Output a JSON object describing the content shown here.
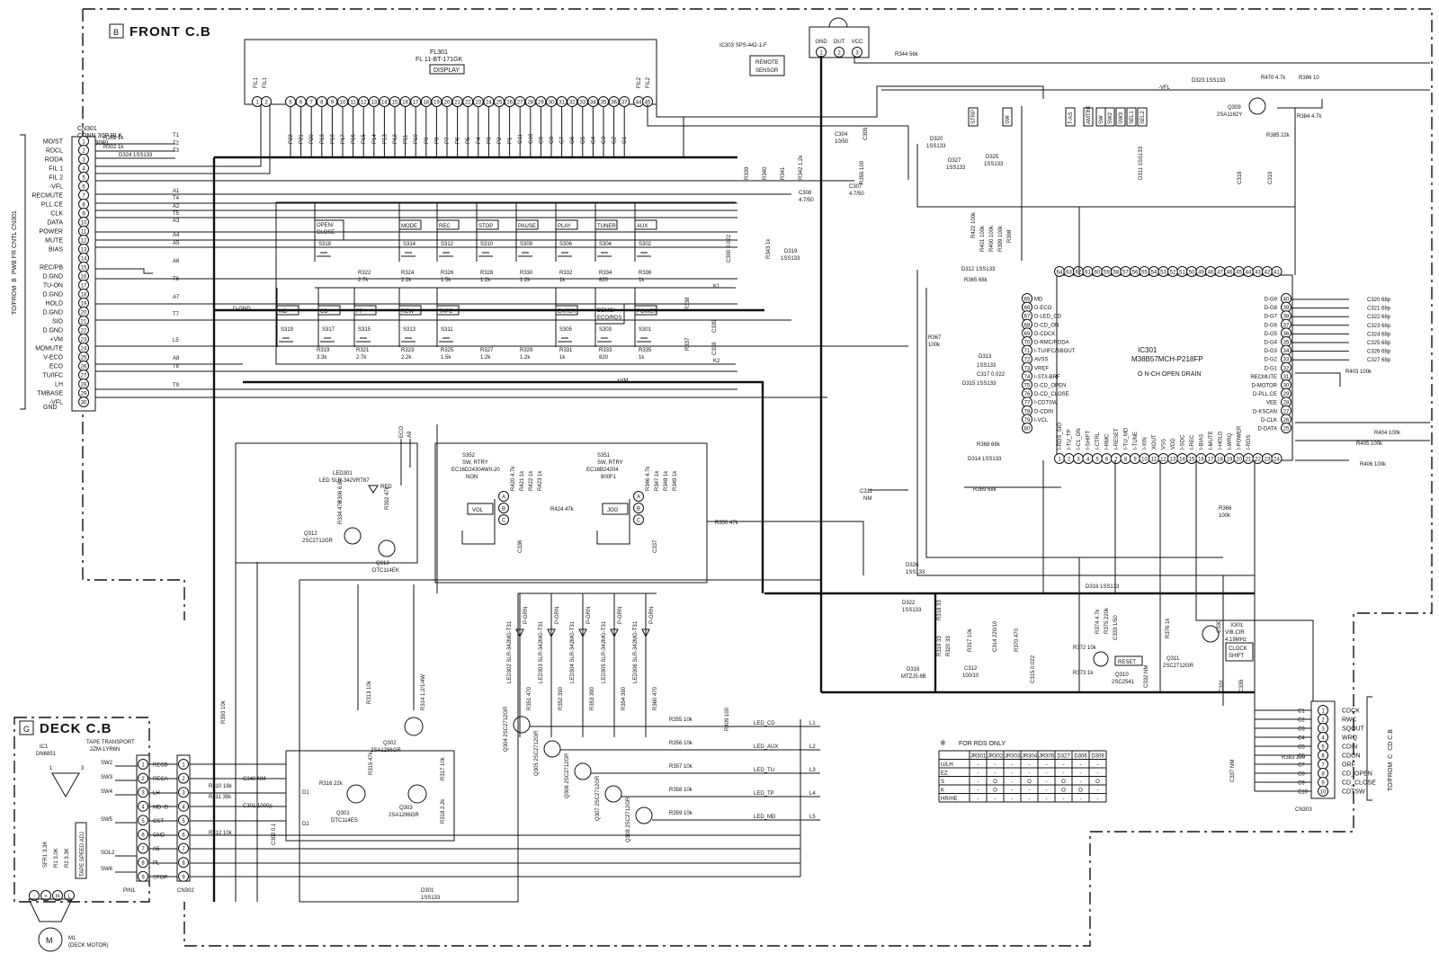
{
  "boards": {
    "front": {
      "letter": "B",
      "title": "FRONT C.B"
    },
    "deck": {
      "letter": "G",
      "title": "DECK C.B"
    }
  },
  "cn301": {
    "ref": "CN301",
    "desc": "CONN 30P BLK",
    "sub": "(TK-30P)",
    "side_note": "TO/FROM",
    "side_ref": "B",
    "side_rest": "PWB FR CNTL CN301",
    "pins": [
      "MO/ST",
      "RDCL",
      "RODA",
      "FIL 1",
      "FIL 2",
      "-VFL",
      "RECMUTE",
      "PLL.CE",
      "CLK",
      "DATA",
      "POWER",
      "MUTE",
      "BIAS",
      "",
      "REC/PB",
      "D.GND",
      "TU-ON",
      "D.GND",
      "HOLD",
      "D.GND",
      "SIO",
      "D.GND",
      "+VM",
      "MDMUTE",
      "V-ECO",
      "ECO",
      "TU/IFC",
      "LH",
      "TMBASE",
      "-VFL"
    ],
    "pin_extra": "GND",
    "nums": [
      "1",
      "2",
      "3",
      "4",
      "5",
      "6",
      "7",
      "8",
      "9",
      "10",
      "11",
      "12",
      "13",
      "14",
      "15",
      "16",
      "17",
      "18",
      "19",
      "20",
      "21",
      "22",
      "23",
      "24",
      "25",
      "26",
      "27",
      "28",
      "29",
      "30"
    ]
  },
  "cn301_parts": [
    {
      "ref": "R301",
      "value": "1k"
    },
    {
      "ref": "R302",
      "value": "1k"
    },
    {
      "ref": "D324",
      "value": "1SS133"
    }
  ],
  "tags_left": [
    "T1",
    "T2",
    "T3",
    "A1",
    "T4",
    "A2",
    "T5",
    "A3",
    "A4",
    "A5",
    "A6",
    "T6",
    "A7",
    "T7",
    "L5",
    "A8",
    "T8",
    "T9"
  ],
  "display": {
    "ref": "FL301",
    "part": "FL 11-BT-171GK",
    "label": "DISPLAY",
    "fil1": "FIL1",
    "fil2": "FIL2",
    "pins": [
      "P22",
      "P21",
      "P20",
      "P19",
      "P18",
      "P17",
      "P16",
      "P15",
      "P14",
      "P13",
      "P12",
      "P11",
      "P10",
      "P9",
      "P8",
      "P7",
      "P6",
      "P5",
      "P4",
      "P3",
      "P2",
      "P1",
      "G11",
      "G10",
      "G9",
      "G8",
      "G7",
      "G6",
      "G5",
      "G4",
      "G3",
      "G2",
      "G1"
    ]
  },
  "sensor": {
    "ref": "IC303",
    "part": "SPS-442-1-F",
    "label1": "REMOTE",
    "label2": "SENSOR",
    "pins": [
      "GND",
      "OUT",
      "VCC"
    ],
    "nums": [
      "1",
      "2",
      "3"
    ]
  },
  "switches_top": [
    {
      "label": "OPEN/CLOSE",
      "ref": "S318"
    },
    {
      "label": "MODE",
      "ref": "S314"
    },
    {
      "label": "REC",
      "ref": "S312"
    },
    {
      "label": "STOP",
      "ref": "S310"
    },
    {
      "label": "PAUSE",
      "ref": "S309"
    },
    {
      "label": "PLAY",
      "ref": "S306"
    },
    {
      "label": "TUNER",
      "ref": "S304"
    },
    {
      "label": "AUX",
      "ref": "S302"
    }
  ],
  "switches_bottom": [
    {
      "label": "MD",
      "ref": "S319"
    },
    {
      "label": "CD",
      "ref": "S317"
    },
    {
      "label": "FF",
      "ref": "S315"
    },
    {
      "label": "REW",
      "ref": "S313"
    },
    {
      "label": "TAPE",
      "ref": "S311"
    },
    {
      "label": "ENTER",
      "ref": "S305"
    },
    {
      "label": "DEMO/ECO/RDS",
      "ref": "S303"
    },
    {
      "label": "POWER",
      "ref": "S301"
    }
  ],
  "resistors_top": [
    {
      "ref": "R322",
      "value": "2.7k"
    },
    {
      "ref": "R324",
      "value": "2.2k"
    },
    {
      "ref": "R326",
      "value": "1.5k"
    },
    {
      "ref": "R328",
      "value": "1.2k"
    },
    {
      "ref": "R330",
      "value": "1.2k"
    },
    {
      "ref": "R332",
      "value": "1k"
    },
    {
      "ref": "R334",
      "value": "820"
    },
    {
      "ref": "R336",
      "value": "1k"
    }
  ],
  "resistors_bottom": [
    {
      "ref": "R319",
      "value": "3.3k"
    },
    {
      "ref": "R321",
      "value": "2.7k"
    },
    {
      "ref": "R323",
      "value": "2.2k"
    },
    {
      "ref": "R325",
      "value": "1.5k"
    },
    {
      "ref": "R327",
      "value": "1.2k"
    },
    {
      "ref": "R329",
      "value": "1.2k"
    },
    {
      "ref": "R331",
      "value": "1k"
    },
    {
      "ref": "R333",
      "value": "820"
    },
    {
      "ref": "R335",
      "value": "1k"
    }
  ],
  "ic301": {
    "ref": "IC301",
    "part": "M38B57MCH-P218FP",
    "note": "O N-CH OPEN DRAIN",
    "left_pins": [
      "MD",
      "D-ECO",
      "D-LED_CD",
      "D-CD_ON",
      "D-CDCK",
      "D-RMC/RDDA",
      "I-TU/IFC/SBOUT",
      "AVSS",
      "VREF",
      "I-ST/I-BRF",
      "D-CD_OPEN",
      "D-CD_CLOSE",
      "I-CDTSW",
      "D-CDIN",
      "I-VCL"
    ],
    "left_nums": [
      "65",
      "66",
      "67",
      "68",
      "69",
      "70",
      "71",
      "72",
      "73",
      "74",
      "75",
      "76",
      "77",
      "78",
      "79",
      "80"
    ],
    "right_pins": [
      "D-G9",
      "D-G8",
      "D-G7",
      "D-G6",
      "D-G5",
      "D-G4",
      "D-G3",
      "D-G2",
      "D-G1",
      "RECMUTE",
      "D-MOTOR",
      "D-PLL.CE",
      "VEE",
      "D-KSCAN",
      "D-CLK",
      "D-DATA"
    ],
    "right_nums": [
      "40",
      "39",
      "38",
      "37",
      "36",
      "35",
      "34",
      "33",
      "32",
      "31",
      "30",
      "29",
      "28",
      "27",
      "26",
      "25"
    ]
  },
  "ic_right_caps": [
    {
      "ref": "C320",
      "value": "68p"
    },
    {
      "ref": "C321",
      "value": "68p"
    },
    {
      "ref": "C322",
      "value": "68p"
    },
    {
      "ref": "C323",
      "value": "68p"
    },
    {
      "ref": "C324",
      "value": "68p"
    },
    {
      "ref": "C325",
      "value": "68p"
    },
    {
      "ref": "C326",
      "value": "68p"
    },
    {
      "ref": "C327",
      "value": "68p"
    }
  ],
  "ic_misc": {
    "r403": "R403",
    "r403v": "100k",
    "r404": "R404",
    "r404v": "100k",
    "r405": "R405",
    "r405v": "100k",
    "r406": "R406",
    "r406v": "100k",
    "r365": "R365",
    "r365v": "68k",
    "r367": "R367",
    "r367v": "100k",
    "d312": "D312",
    "d312v": "1SS133",
    "d313": "D313",
    "d313v": "1SS133",
    "c317": "C317",
    "c317v": "0.022",
    "d315": "D315",
    "d315v": "1SS133",
    "r368": "R368",
    "r368v": "68k",
    "d314": "D314",
    "d314v": "1SS133",
    "r369": "R369",
    "r369v": "68k",
    "r366": "R366",
    "r366v": "100k",
    "c311": "C311",
    "c311v": "NM"
  },
  "top_right": {
    "r344": "R344",
    "r344v": "56k",
    "d323": "D323",
    "d323v": "1SS133",
    "vfl": "-VFL",
    "r470": "R470",
    "r470v": "4.7k",
    "r386": "R386",
    "r386v": "10",
    "q309": "Q309",
    "q309v": "2SA1162Y",
    "r384": "R384",
    "r384v": "4.7k",
    "r385": "R385",
    "r385v": "22k",
    "c318": "C318",
    "c319": "C319",
    "c304": "C304",
    "c304v": "10/50",
    "c305": "C305",
    "c307": "C307",
    "c307v": "4.7/50",
    "c308": "C308",
    "c308v": "4.7/50",
    "d320": "D320",
    "d320v": "1SS133",
    "d327": "D327",
    "d327v": "1SS133",
    "d325": "D325",
    "d325v": "1SS133",
    "d311": "D311",
    "d311v": "1SS133",
    "r422": "R422",
    "r422v": "100k",
    "r400": "R400",
    "r400v": "100k",
    "r399": "R399",
    "r399v": "100k",
    "r401": "R401",
    "r401v": "100k",
    "r398": "R398",
    "r339": "R339",
    "r340": "R340",
    "r341": "R341",
    "r342": "R342",
    "r342v": "1.2k",
    "r355": "R355",
    "r355v": "100",
    "r343": "R343",
    "r343v": "1k",
    "d319": "D319",
    "d319v": "1SS133",
    "c300": "C300",
    "c300v": "0.022",
    "r338": "R338",
    "r337": "R337",
    "c339": "C339",
    "c338": "C338",
    "k1": "K1",
    "k2": "K2",
    "vm": "+VM",
    "dgnd": "D-GND",
    "jumpers": [
      "STRP",
      "SW",
      "T-AS",
      "AMTBK",
      "SW",
      "SW2",
      "SW3",
      "SEL1",
      "SEL2"
    ]
  },
  "led_section": {
    "led301": "LED301",
    "led301v": "LED SLR-342VRT87",
    "red": "RED",
    "r306": "R306",
    "r306v": "6.8k",
    "r334": "R334",
    "r334v": "470",
    "r392": "R392",
    "r392v": "47k",
    "q312": "Q312",
    "q312v": "2SC2712GR",
    "q313": "Q313",
    "q313v": "DTC114EK",
    "eco": "ECO",
    "a9": "A9"
  },
  "encoders": [
    {
      "ref": "S352",
      "part": "SW, RTRY",
      "part2": "EC16D24304W0-20",
      "sub": "NON",
      "label": "VOL",
      "r": [
        "R420",
        "R421",
        "R422",
        "R423"
      ],
      "rv": [
        "4.7k",
        "1k",
        "1k",
        "1k"
      ],
      "r424": "R424",
      "r424v": "47k",
      "c": "C336"
    },
    {
      "ref": "S351",
      "part": "SW, RTRY",
      "part2": "EC16B24204",
      "sub": "800F1",
      "label": "JOG",
      "r": [
        "R346",
        "R347",
        "R348",
        "R349"
      ],
      "rv": [
        "4.7k",
        "1k",
        "1k",
        "1k"
      ],
      "r350": "R350",
      "r350v": "47k",
      "c": "C337"
    }
  ],
  "abc": [
    "A",
    "B",
    "C"
  ],
  "leds_mid": [
    {
      "ref": "LED302",
      "part": "SLR-342MG-T31",
      "color": "P-GRN"
    },
    {
      "ref": "LED303",
      "part": "SLR-342MG-T31",
      "color": "P-GRN"
    },
    {
      "ref": "LED304",
      "part": "SLR-342MG-T31",
      "color": "P-GRN"
    },
    {
      "ref": "LED305",
      "part": "SLR-342MG-T31",
      "color": "P-GRN"
    },
    {
      "ref": "LED306",
      "part": "SLR-342MG-T31",
      "color": "P-GRN"
    }
  ],
  "led_resistors": [
    {
      "ref": "R351",
      "value": "470"
    },
    {
      "ref": "R352",
      "value": "390"
    },
    {
      "ref": "R353",
      "value": "390"
    },
    {
      "ref": "R354",
      "value": "390"
    },
    {
      "ref": "R360",
      "value": "470"
    }
  ],
  "led_drivers": [
    {
      "ref": "Q304",
      "part": "2SC2712GR",
      "r": "R355",
      "rv": "10k",
      "net": "LED_CD",
      "tag": "L1"
    },
    {
      "ref": "Q305",
      "part": "2SC2712GR",
      "r": "R356",
      "rv": "10k",
      "net": "LED_AUX",
      "tag": "L2"
    },
    {
      "ref": "Q306",
      "part": "2SC2712GR",
      "r": "R357",
      "rv": "10k",
      "net": "LED_TU",
      "tag": "L3"
    },
    {
      "ref": "Q307",
      "part": "2SC2712GR",
      "r": "R358",
      "rv": "10k",
      "net": "LED_TP",
      "tag": "L4"
    },
    {
      "ref": "Q308",
      "part": "2SC2712GR",
      "r": "R359",
      "rv": "10k",
      "net": "LED_MD",
      "tag": "L5"
    }
  ],
  "motor_drive": {
    "r313": "R313",
    "r313v": "10k",
    "r314": "R314",
    "r314v": "1.2/1/4W",
    "q302": "Q302",
    "q302v": "2SA1296GR",
    "r316": "R316",
    "r316v": "22k",
    "q301": "Q301",
    "q301v": "DTC114ES",
    "q303": "Q303",
    "q303v": "2SA1296GR",
    "r315": "R315",
    "r315v": "47k",
    "r317": "R317",
    "r317v": "10k",
    "r318": "R318",
    "r318v": "2.2k",
    "d1": "D1",
    "d2": "D2",
    "d301": "D301",
    "d301v": "1SS133",
    "r393": "R393",
    "r393v": "10k",
    "r409": "R409",
    "r409v": "100"
  },
  "cn302": {
    "ref": "CN302",
    "pins": [
      "RECB",
      "RECA",
      "LH",
      "MD+B",
      "CST",
      "GND",
      "A5",
      "PL",
      "STOP"
    ],
    "nums": [
      "1",
      "2",
      "3",
      "4",
      "5",
      "6",
      "7",
      "8",
      "9"
    ],
    "parts": [
      {
        "ref": "R310",
        "value": "18k"
      },
      {
        "ref": "R311",
        "value": "39k"
      },
      {
        "ref": "R312",
        "value": "10k"
      },
      {
        "ref": "C340",
        "value": "NM"
      },
      {
        "ref": "C301",
        "value": "1000p"
      },
      {
        "ref": "C302",
        "value": "0.1"
      }
    ]
  },
  "deck": {
    "ic": "IC1",
    "icv": "DN6851",
    "transport": "TAPE TRANSPORT",
    "transport2": "2ZM-1YR6N",
    "switches": [
      "SW2",
      "SW3",
      "SW4",
      "SW5",
      "SOL2",
      "SW6"
    ],
    "pin": "PIN1",
    "sfr": "SFR1",
    "sfrv": "3.3K",
    "r1": "R1",
    "r1v": "3.0K",
    "r2": "R2",
    "r2v": "3.3K",
    "speed": "TAPE SPEED ADJ",
    "motor": "M1",
    "motor2": "(DECK MOTOR)",
    "m": "M",
    "pins12": [
      "1",
      "2",
      "3"
    ],
    "term": [
      "-",
      "+",
      "H",
      "L"
    ]
  },
  "reset": {
    "d326": "D326",
    "d326v": "1SS133",
    "d322": "D322",
    "d322v": "1SS133",
    "r317b": "R317",
    "r317bv": "10k",
    "c314": "C314",
    "c314v": "220/10",
    "r370": "R370",
    "r370v": "470",
    "d316": "D316",
    "d316v": "MTZJ5.6B",
    "c312": "C312",
    "c312v": "100/10",
    "c315": "C315",
    "c315v": "0.022",
    "r372": "R372",
    "r372v": "10k",
    "r373": "R373",
    "r373v": "1k",
    "d318": "D318",
    "d318v": "1SS133",
    "r374": "R374",
    "r374v": "4.7k",
    "r375": "R375",
    "r375v": "220k",
    "c333": "C333",
    "c333v": "1/50",
    "q310": "Q310",
    "q310v": "2SC2541",
    "c332": "C332",
    "c332v": "NM",
    "reset_label": "RESET",
    "r376": "R376",
    "r376v": "1k",
    "q311": "Q311",
    "q311v": "2SC2712GR",
    "c330": "C330",
    "x301": "X301",
    "x301v": "VIB.CIR",
    "x301f": "4.19MHz",
    "clock1": "CLOCK",
    "clock2": "SHIFT",
    "c331": "C331",
    "c335": "C335",
    "r318b": "R318",
    "r318bv": "33",
    "r319b": "R319",
    "r319bv": "33",
    "r320b": "R320",
    "r320bv": "33"
  },
  "cn303": {
    "ref": "CN303",
    "pins": [
      "CDCK",
      "RWC",
      "SQOUT",
      "WRQ",
      "CDIN",
      "CDON",
      "ORF",
      "CD_OPEN",
      "CD_CLOSE",
      "CDTSW"
    ],
    "nums": [
      "1",
      "2",
      "3",
      "4",
      "5",
      "6",
      "7",
      "8",
      "9",
      "10"
    ],
    "tags": [
      "C1",
      "C2",
      "C3",
      "C4",
      "C5",
      "C6",
      "C7",
      "C8",
      "C9",
      "C10"
    ],
    "side_note": "TO/FROM",
    "side_ref": "C",
    "side_rest": "CD C.B",
    "r": "R383",
    "rv": "100",
    "c": "C337",
    "cv": "NM"
  },
  "rds_table": {
    "note": "FOR RDS ONLY",
    "mark": "※",
    "headers": [
      "",
      "JR301",
      "JR302",
      "JR303",
      "JR304",
      "JR305",
      "D327",
      "D306",
      "D309"
    ],
    "rows": [
      [
        "U/LH",
        "-",
        "-",
        "-",
        "-",
        "-",
        "-",
        "-",
        "-"
      ],
      [
        "EZ",
        "-",
        "-",
        "-",
        "-",
        "-",
        "-",
        "-",
        "-"
      ],
      [
        "S",
        "-",
        "O",
        "-",
        "O",
        "-",
        "O",
        "-",
        "O"
      ],
      [
        "K",
        "-",
        "O",
        "-",
        "-",
        "-",
        "O",
        "O",
        "-"
      ],
      [
        "HR/HE",
        "-",
        "-",
        "-",
        "-",
        "-",
        "-",
        "-",
        "-"
      ]
    ]
  },
  "ic_bottom_pins": [
    "I-RDS_SIO",
    "I-TU_TP",
    "I-C1_ON",
    "I-SHIFT",
    "I-CTRL",
    "I-RMC",
    "I-RESET",
    "I-TU_MD",
    "I-TUNE",
    "I-XIN",
    "XOUT",
    "VSS",
    "VDD",
    "I-SDC",
    "I-REC",
    "I-BIAS",
    "I-MUTE",
    "I-HOLD",
    "I-WRQ",
    "I-POWER",
    "I-RDS"
  ]
}
